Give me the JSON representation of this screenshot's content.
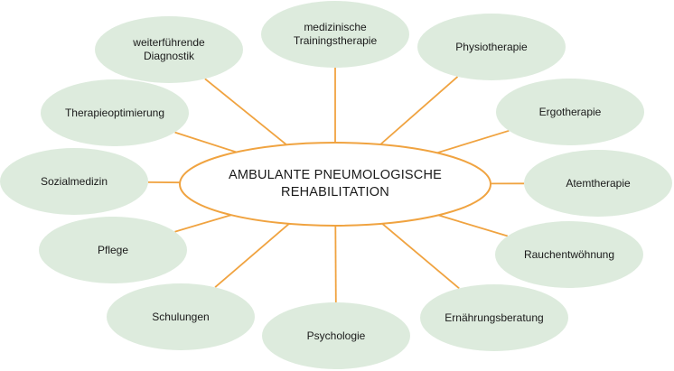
{
  "center": {
    "lines": [
      "AMBULANTE PNEUMOLOGISCHE",
      "REHABILITATION"
    ]
  },
  "satellites": [
    {
      "id": "weiterfuehrende-diagnostik",
      "lines": [
        "weiterführende",
        "Diagnostik"
      ]
    },
    {
      "id": "medizinische-trainingstherapie",
      "lines": [
        "medizinische",
        "Trainingstherapie"
      ]
    },
    {
      "id": "physiotherapie",
      "lines": [
        "Physiotherapie"
      ]
    },
    {
      "id": "ergotherapie",
      "lines": [
        "Ergotherapie"
      ]
    },
    {
      "id": "atemtherapie",
      "lines": [
        "Atemtherapie"
      ]
    },
    {
      "id": "rauchentwoehnung",
      "lines": [
        "Rauchentwöhnung"
      ]
    },
    {
      "id": "ernaehrungsberatung",
      "lines": [
        "Ernährungsberatung"
      ]
    },
    {
      "id": "psychologie",
      "lines": [
        "Psychologie"
      ]
    },
    {
      "id": "schulungen",
      "lines": [
        "Schulungen"
      ]
    },
    {
      "id": "pflege",
      "lines": [
        "Pflege"
      ]
    },
    {
      "id": "sozialmedizin",
      "lines": [
        "Sozialmedizin"
      ]
    },
    {
      "id": "therapieoptimierung",
      "lines": [
        "Therapieoptimierung"
      ]
    }
  ],
  "colors": {
    "connector": "#f0a340",
    "center_stroke": "#f0a340",
    "center_fill": "#ffffff",
    "satellite_fill": "#ddebdd",
    "text": "#1a1a1a"
  }
}
